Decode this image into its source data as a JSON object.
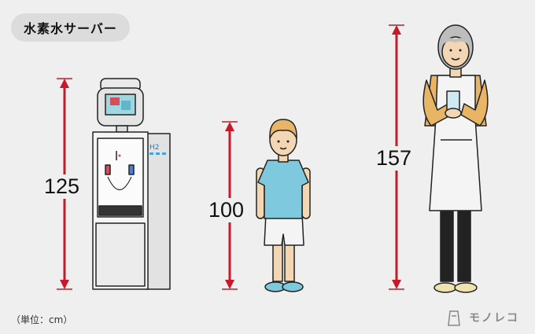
{
  "title": "水素水サーバー",
  "unit_note": "（単位：cm）",
  "brand": "モノレコ",
  "heights": {
    "server": "125",
    "child": "100",
    "adult": "157"
  },
  "colors": {
    "measure_line": "#c8192b",
    "background": "#efefef",
    "shirt": "#7ec9dd",
    "apron": "#f4f4f4",
    "sleeve": "#e8b465"
  }
}
